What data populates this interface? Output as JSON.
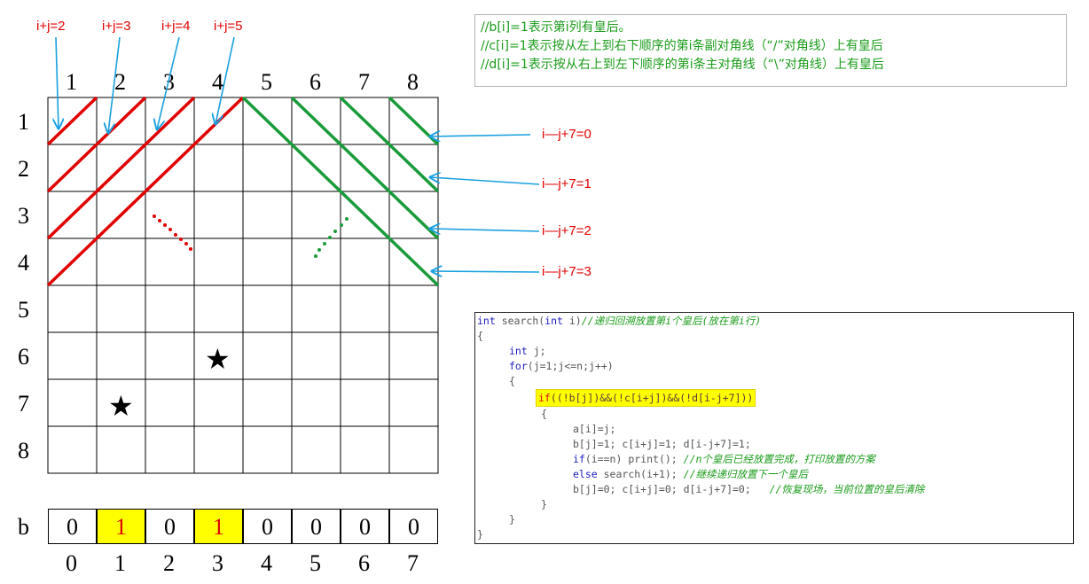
{
  "top_labels": [
    "i+j=2",
    "i+j=3",
    "i+j=4",
    "i+j=5"
  ],
  "right_labels": [
    "i—j+7=0",
    "i—j+7=1",
    "i—j+7=2",
    "i—j+7=3"
  ],
  "col_numbers": [
    "1",
    "2",
    "3",
    "4",
    "5",
    "6",
    "7",
    "8"
  ],
  "row_numbers": [
    "1",
    "2",
    "3",
    "4",
    "5",
    "6",
    "7",
    "8"
  ],
  "star_symbol": "★",
  "comments": [
    "//b[i]=1表示第i列有皇后。",
    "//c[i]=1表示按从左上到右下顺序的第i条副对角线（“/”对角线）上有皇后",
    "//d[i]=1表示按从右上到左下顺序的第i条主对角线（“\\”对角线）上有皇后"
  ],
  "code": {
    "l1_kw1": "int",
    "l1_fn": " search(",
    "l1_kw2": "int",
    "l1_arg": " i)",
    "l1_cm": "//递归回溯放置第i个皇后(放在第i行)",
    "l2": "{",
    "l3_kw": "int",
    "l3_tx": " j;",
    "l4_kw": "for",
    "l4_tx": "(j=1;j<=n;j++)",
    "l5": "{",
    "l6_kw": "if",
    "l6_tx": "((!b[j])&&(!c[i+j])&&(!d[i-j+7]))",
    "l7": "{",
    "l8": "a[i]=j;",
    "l9": "b[j]=1; c[i+j]=1; d[i-j+7]=1;",
    "l10_kw": "if",
    "l10_tx": "(i==n) print();",
    "l10_cm": " //n个皇后已经放置完成，打印放置的方案",
    "l11_kw": "else",
    "l11_tx": " search(i+1);",
    "l11_cm": " //继续递归放置下一个皇后",
    "l12_tx": "b[j]=0; c[i+j]=0; d[i-j+7]=0;",
    "l12_cm": "   //恢复现场，当前位置的皇后清除",
    "l13": "}",
    "l14": "}",
    "l15": "}"
  },
  "b_label": "b",
  "b_values": [
    "0",
    "1",
    "0",
    "1",
    "0",
    "0",
    "0",
    "0"
  ],
  "b_indices": [
    "0",
    "1",
    "2",
    "3",
    "4",
    "5",
    "6",
    "7"
  ],
  "colors": {
    "red": "#e00000",
    "green": "#1a9b3a",
    "blue": "#1aa0e0",
    "highlight": "#ffff00"
  }
}
